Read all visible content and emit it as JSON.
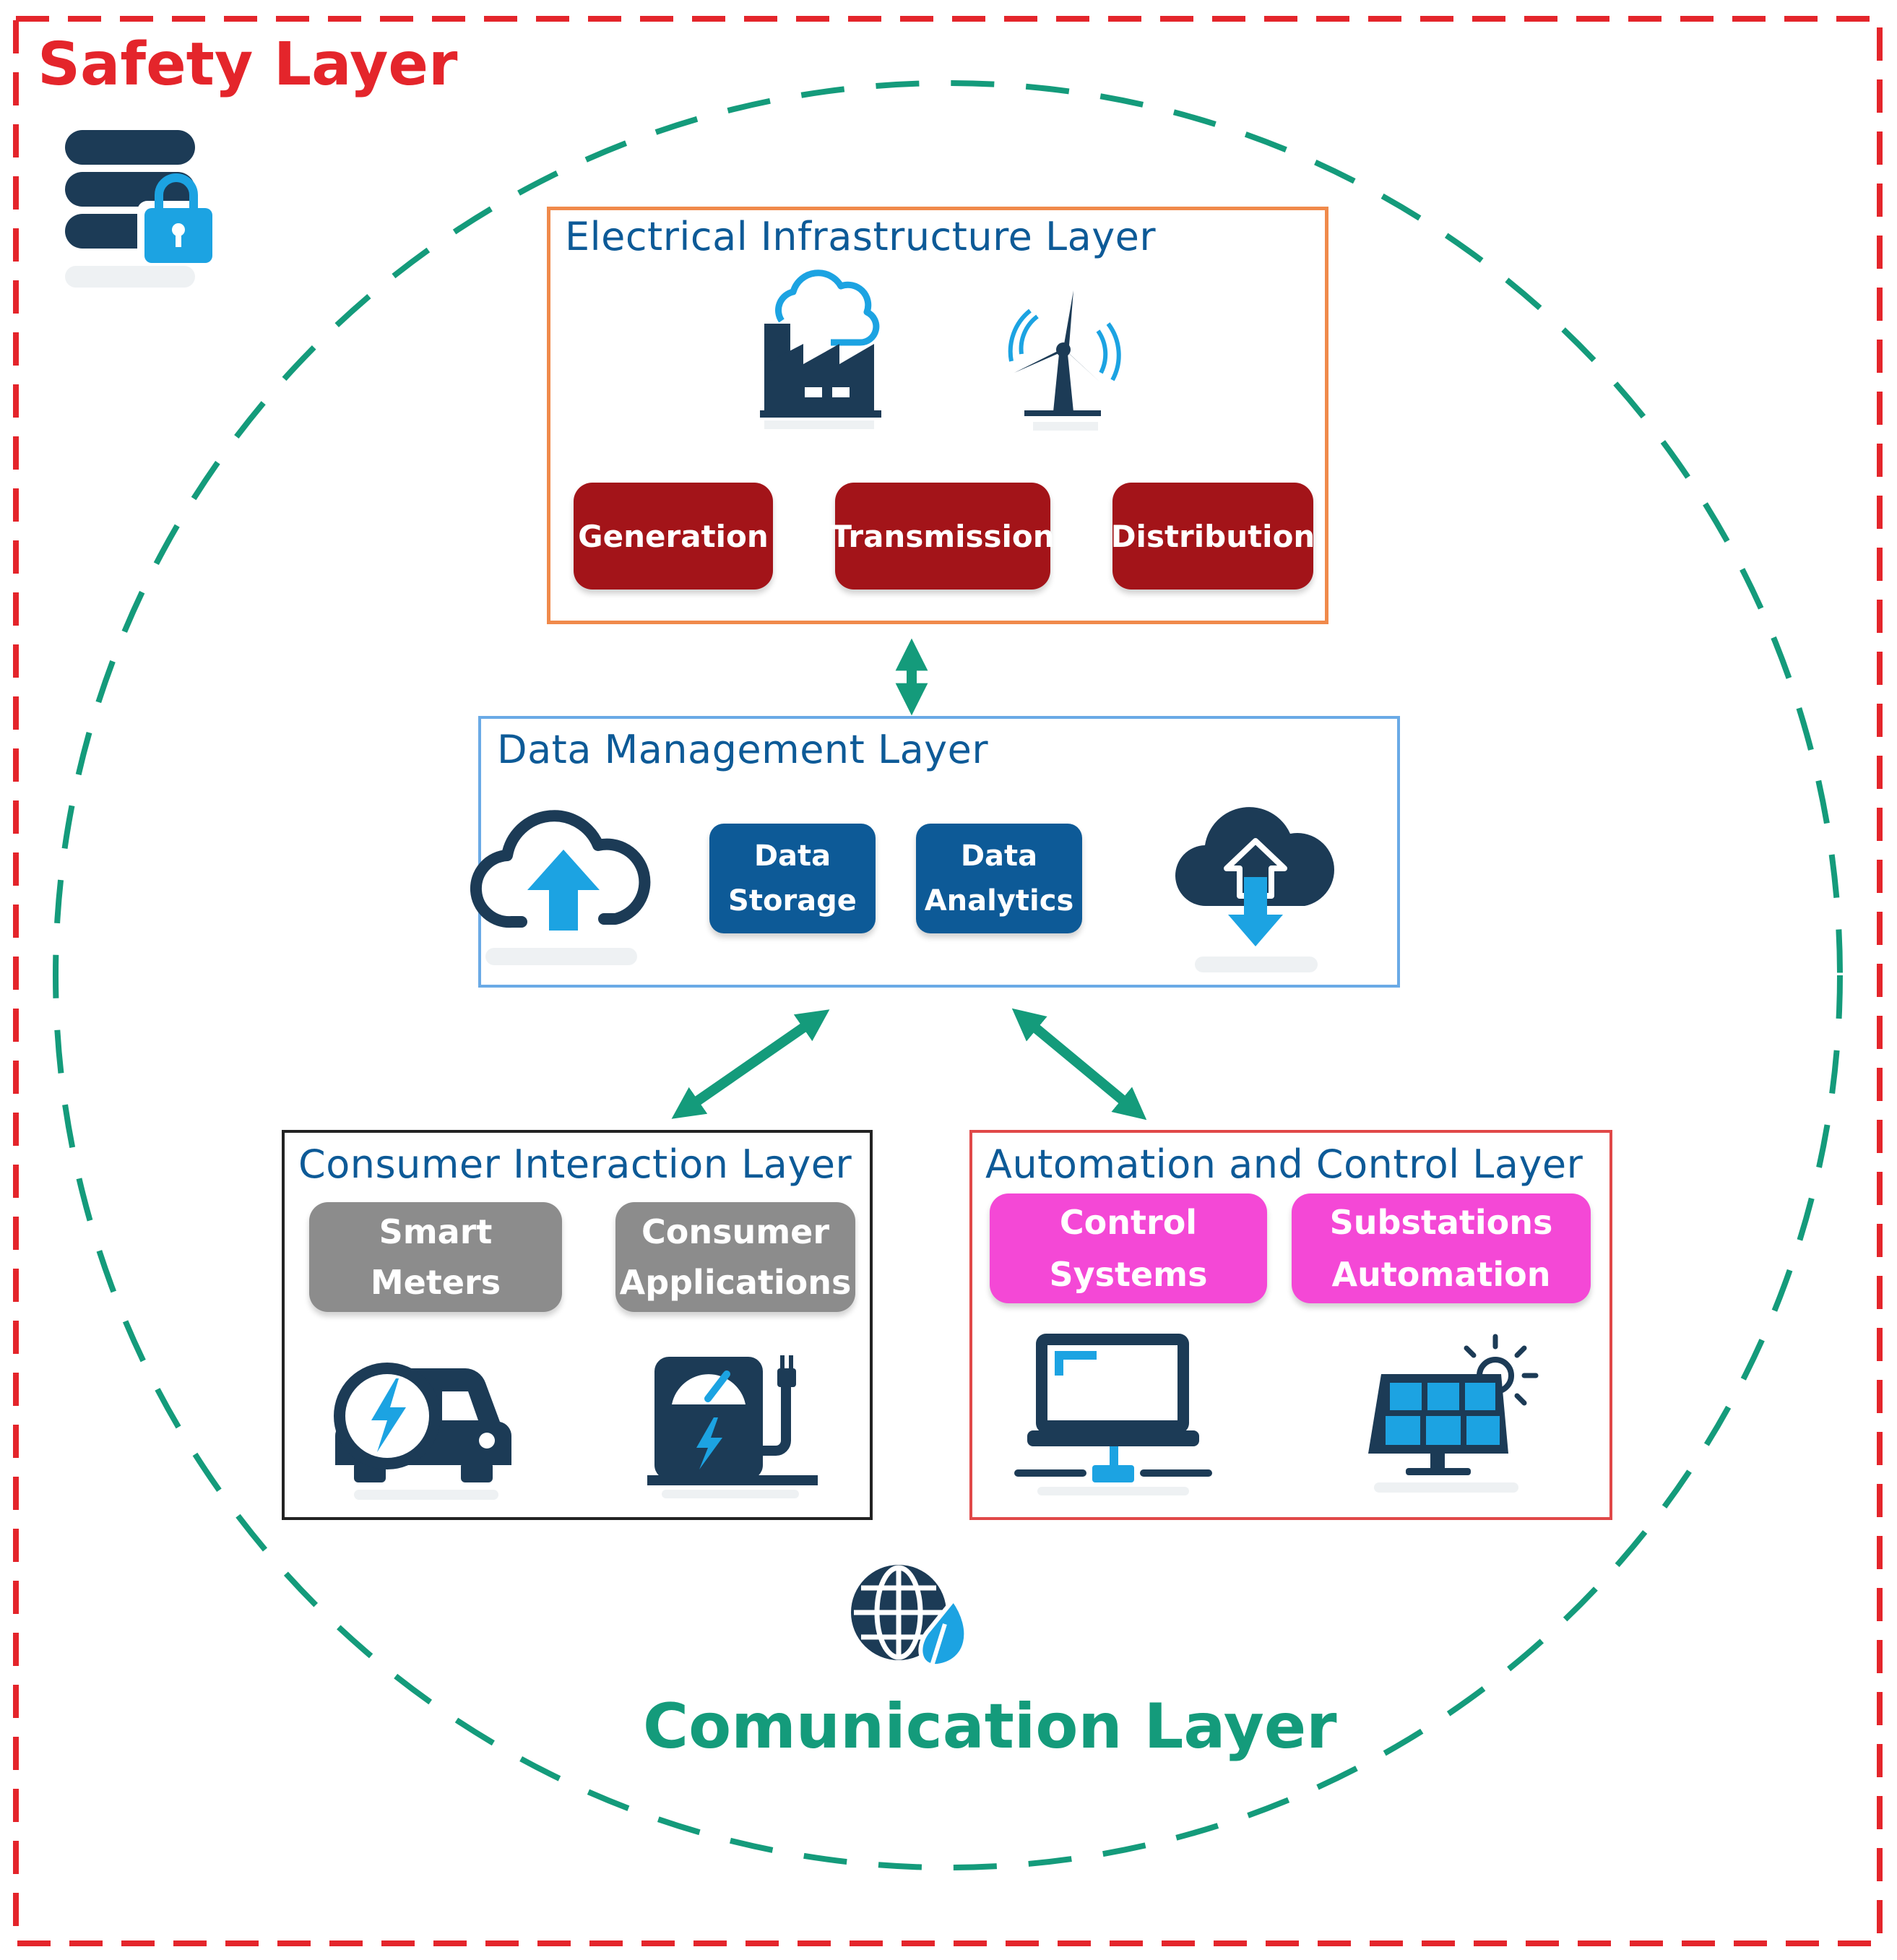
{
  "safety_layer": {
    "title": "Safety Layer",
    "color": "#e4252b"
  },
  "communication_layer": {
    "title": "Comunication Layer",
    "color": "#149b7b"
  },
  "electrical_layer": {
    "title": "Electrical Infrastructure Layer",
    "border_color": "#f08a4b",
    "buttons": [
      "Generation",
      "Transmission",
      "Distribution"
    ]
  },
  "data_layer": {
    "title": "Data Management Layer",
    "border_color": "#6aaae6",
    "buttons": [
      [
        "Data",
        "Storage"
      ],
      [
        "Data",
        "Analytics"
      ]
    ]
  },
  "consumer_layer": {
    "title": "Consumer Interaction Layer",
    "border_color": "#222222",
    "buttons": [
      [
        "Smart",
        "Meters"
      ],
      [
        "Consumer",
        "Applications"
      ]
    ]
  },
  "automation_layer": {
    "title": "Automation and Control Layer",
    "border_color": "#e04848",
    "buttons": [
      [
        "Control",
        "Systems"
      ],
      [
        "Substations",
        "Automation"
      ]
    ]
  },
  "colors": {
    "title_blue": "#0d5a97",
    "icon_navy": "#1c3b56",
    "icon_cyan": "#1ca3e2",
    "button_red": "#a31419",
    "button_blue": "#0d5a97",
    "button_grey": "#8c8c8c",
    "button_pink": "#f448d6",
    "arrow_teal": "#149b7b"
  },
  "icons": [
    "database-lock-icon",
    "factory-cloud-icon",
    "wind-turbine-icon",
    "cloud-upload-icon",
    "cloud-download-icon",
    "electric-car-icon",
    "charging-station-icon",
    "computer-network-icon",
    "solar-panel-icon",
    "globe-leaf-icon"
  ]
}
